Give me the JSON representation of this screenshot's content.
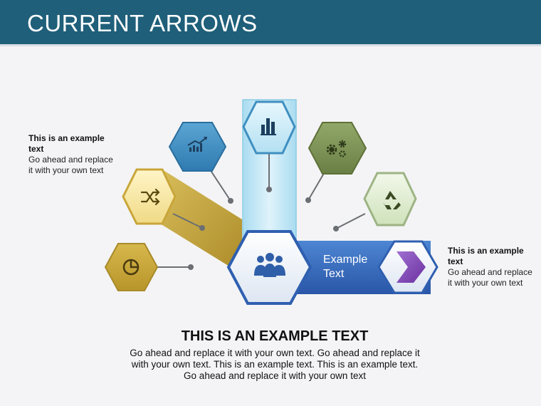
{
  "header": {
    "title": "CURRENT ARROWS"
  },
  "left_note": {
    "title": "This is an example text",
    "body": "Go ahead and replace it with your own text"
  },
  "right_note": {
    "title": "This is an example text",
    "body": "Go ahead and replace it with your own text"
  },
  "center": {
    "label": "Example Text"
  },
  "bottom": {
    "title": "THIS IS AN EXAMPLE TEXT",
    "body": "Go ahead and replace it with your own text. Go ahead and replace it with your own text. This is an example text. This is an example text. Go ahead and replace it with your own text"
  },
  "icons": {
    "pie": "pie-chart-icon",
    "shuffle": "shuffle-icon",
    "growth": "growth-chart-icon",
    "bars": "bar-chart-icon",
    "gears": "gears-icon",
    "recycle": "recycle-icon",
    "people": "people-icon",
    "chevron": "chevron-right-icon"
  },
  "colors": {
    "header": "#1f5f7a",
    "gold": "#c9a63a",
    "light_gold": "#f3e3a0",
    "blue": "#3f7fbf",
    "light_blue": "#bfe3f2",
    "olive": "#7d9158",
    "light_green": "#d9e8c8",
    "dark_blue": "#2f5fb0",
    "purple": "#7a3fb0"
  }
}
